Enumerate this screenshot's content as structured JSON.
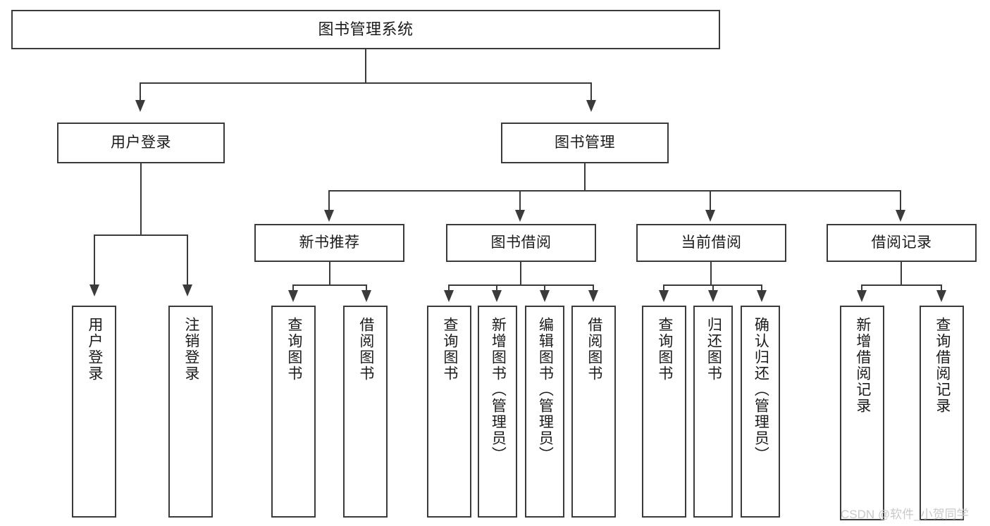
{
  "diagram": {
    "title": "图书管理系统",
    "type": "tree-hierarchy",
    "root": {
      "label": "图书管理系统"
    },
    "level2": [
      {
        "label": "用户登录"
      },
      {
        "label": "图书管理"
      }
    ],
    "level3": [
      {
        "label": "新书推荐"
      },
      {
        "label": "图书借阅"
      },
      {
        "label": "当前借阅"
      },
      {
        "label": "借阅记录"
      }
    ],
    "leaves": {
      "user_login": [
        {
          "label": "用户登录"
        },
        {
          "label": "注销登录"
        }
      ],
      "new_book_recommend": [
        {
          "label": "查询图书"
        },
        {
          "label": "借阅图书"
        }
      ],
      "book_borrow": [
        {
          "label": "查询图书"
        },
        {
          "label": "新增图书（管理员）"
        },
        {
          "label": "编辑图书（管理员）"
        },
        {
          "label": "借阅图书"
        }
      ],
      "current_borrow": [
        {
          "label": "查询图书"
        },
        {
          "label": "归还图书"
        },
        {
          "label": "确认归还（管理员）"
        }
      ],
      "borrow_record": [
        {
          "label": "新增借阅记录"
        },
        {
          "label": "查询借阅记录"
        }
      ]
    }
  },
  "watermark": {
    "text": "CSDN @软件_小贺同学"
  },
  "colors": {
    "border": "#3b3b3b",
    "background": "#ffffff",
    "text": "#1b1b1b",
    "watermark": "#c9c9c9"
  }
}
